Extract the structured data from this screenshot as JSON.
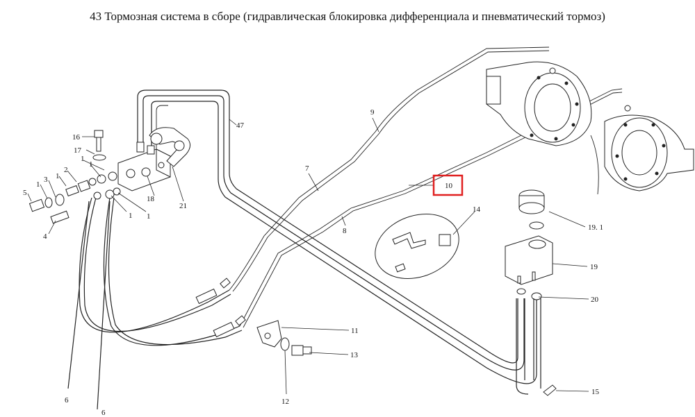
{
  "title": "43 Тормозная система в сборе (гидравлическая блокировка дифференциала и пневматический тормоз)",
  "highlight": {
    "color": "#e02020"
  },
  "callouts": {
    "c1": "1",
    "c2": "1",
    "c3": "1",
    "c4": "1",
    "c5": "1",
    "c6": "1",
    "c2b": "2",
    "c3b": "3",
    "c4b": "4",
    "c5b": "5",
    "c6a": "6",
    "c6b": "6",
    "c7": "7",
    "c8": "8",
    "c9": "9",
    "c10": "10",
    "c11": "11",
    "c12": "12",
    "c13": "13",
    "c14": "14",
    "c15": "15",
    "c16": "16",
    "c17": "17",
    "c18": "18",
    "c19": "19",
    "c191": "19. 1",
    "c20": "20",
    "c21": "21",
    "c47": "47"
  }
}
